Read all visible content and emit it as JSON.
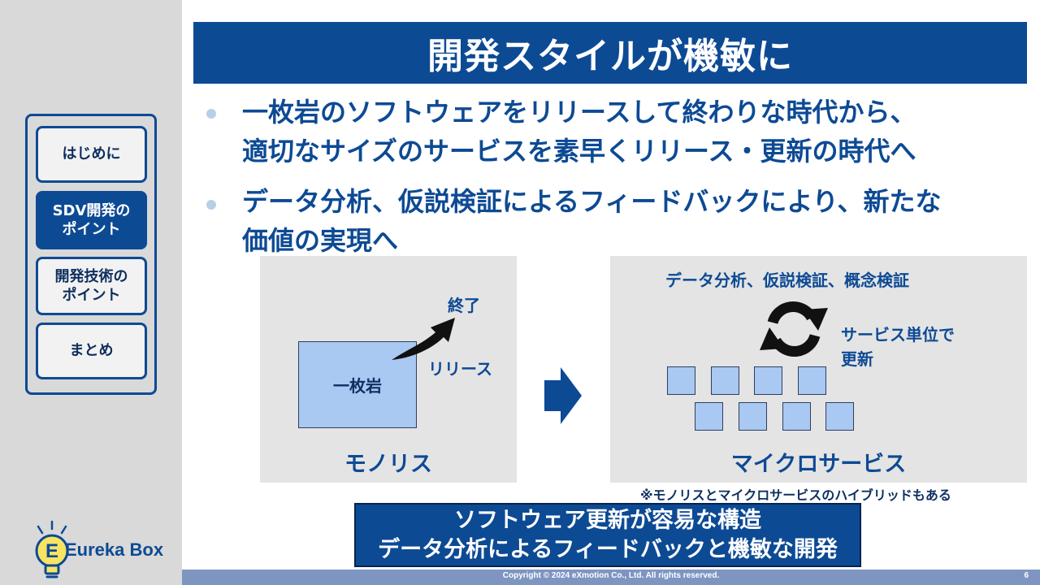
{
  "sidebar": {
    "items": [
      {
        "lines": [
          "はじめに"
        ],
        "active": false
      },
      {
        "lines": [
          "SDV開発の",
          "ポイント"
        ],
        "active": true
      },
      {
        "lines": [
          "開発技術の",
          "ポイント"
        ],
        "active": false
      },
      {
        "lines": [
          "まとめ"
        ],
        "active": false
      }
    ],
    "logo_text": "Eureka Box",
    "logo_initial": "E"
  },
  "title": "開発スタイルが機敏に",
  "bullets": [
    {
      "lines": [
        "一枚岩のソフトウェアをリリースして終わりな時代から、",
        "適切なサイズのサービスを素早くリリース・更新の時代へ"
      ]
    },
    {
      "lines": [
        "データ分析、仮説検証によるフィードバックにより、新たな",
        "価値の実現へ"
      ]
    }
  ],
  "monolith": {
    "box_label": "一枚岩",
    "release_label": "リリース",
    "end_label": "終了",
    "caption": "モノリス"
  },
  "microservice": {
    "top_label": "データ分析、仮説検証、概念検証",
    "update_label_lines": [
      "サービス単位で",
      "更新"
    ],
    "caption": "マイクロサービス",
    "note": "※モノリスとマイクロサービスのハイブリッドもある"
  },
  "summary": {
    "lines": [
      "ソフトウェア更新が容易な構造",
      "データ分析によるフィードバックと機敏な開発"
    ]
  },
  "footer": {
    "copyright": "Copyright © 2024 eXmotion Co., Ltd. All rights reserved.",
    "page_number": "6"
  },
  "colors": {
    "accent": "#0d4a94",
    "sidebar_bg": "#d9d9d9",
    "service_box": "#a9c8f2",
    "footer_bg": "#7e95c1"
  }
}
